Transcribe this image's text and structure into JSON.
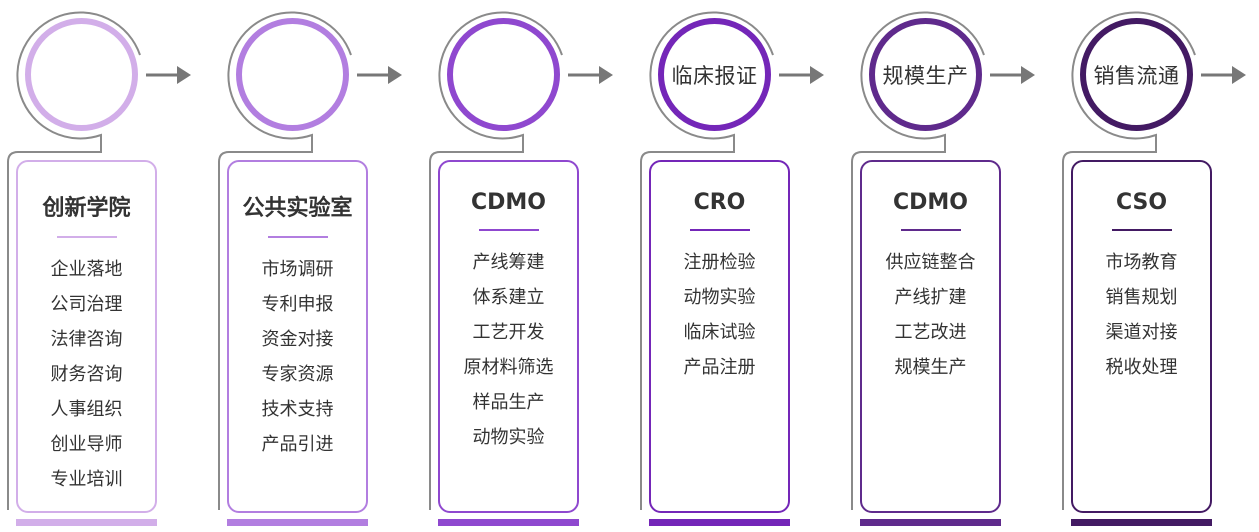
{
  "stages": [
    {
      "title": "公司成立",
      "color": "#d2aee9",
      "text_color": "#ffffff",
      "card_title": "创新学院",
      "items": [
        "企业落地",
        "公司治理",
        "法律咨询",
        "财务咨询",
        "人事组织",
        "创业导师",
        "专业培训"
      ]
    },
    {
      "title": "研发阶段",
      "color": "#b27ee0",
      "text_color": "#ffffff",
      "card_title": "公共实验室",
      "items": [
        "市场调研",
        "专利申报",
        "资金对接",
        "专家资源",
        "技术支持",
        "产品引进"
      ]
    },
    {
      "title": "样品生产",
      "color": "#8f48cf",
      "text_color": "#ffffff",
      "card_title": "CDMO",
      "items": [
        "产线筹建",
        "体系建立",
        "工艺开发",
        "原材料筛选",
        "样品生产",
        "动物实验"
      ]
    },
    {
      "title": "临床报证",
      "color": "#7426b8",
      "text_color": "#333333",
      "card_title": "CRO",
      "items": [
        "注册检验",
        "动物实验",
        "临床试验",
        "产品注册"
      ]
    },
    {
      "title": "规模生产",
      "color": "#5f2a8c",
      "text_color": "#333333",
      "card_title": "CDMO",
      "items": [
        "供应链整合",
        "产线扩建",
        "工艺改进",
        "规模生产"
      ]
    },
    {
      "title": "销售流通",
      "color": "#431a63",
      "text_color": "#333333",
      "card_title": "CSO",
      "items": [
        "市场教育",
        "销售规划",
        "渠道对接",
        "税收处理"
      ]
    }
  ],
  "arrow_color": "#777777",
  "outline_color": "#8a8a8a"
}
